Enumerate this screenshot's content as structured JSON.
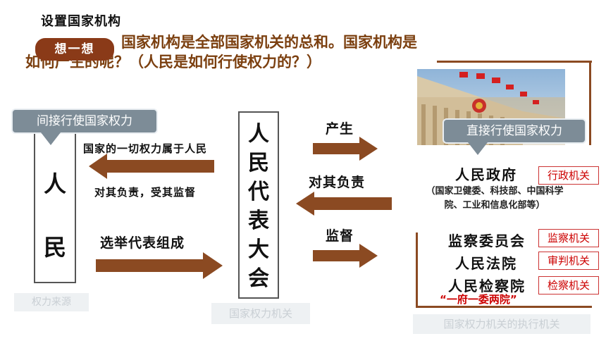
{
  "title": "设置国家机构",
  "think_badge": "想一想",
  "question": "国家机构是全部国家机关的总和。国家机构是如何产生的呢？（人民是如何行使权力的？）",
  "left": {
    "callout": "间接行使国家权力",
    "people_chars": [
      "人",
      "民"
    ],
    "source_label": "权力来源"
  },
  "left_arrows": {
    "top_text": "国家的一切权力属于人民",
    "mid_text": "对其负责，受其监督",
    "bottom_text": "选举代表组成"
  },
  "center": {
    "congress_chars": [
      "人",
      "民",
      "代",
      "表",
      "大",
      "会"
    ],
    "label": "国家权力机关"
  },
  "right_arrows": {
    "produce": "产生",
    "responsible": "对其负责",
    "supervise": "监督"
  },
  "right": {
    "callout": "直接行使国家权力",
    "orgs": [
      {
        "name": "人民政府",
        "sub": "（国家卫健委、科技部、中国科学院、工业和信息化部等）",
        "tag": "行政机关"
      },
      {
        "name": "监察委员会",
        "tag": "监察机关"
      },
      {
        "name": "人民法院",
        "tag": "审判机关"
      },
      {
        "name": "人民检察院",
        "tag": "检察机关"
      }
    ],
    "slogan": "“一府一委两院”",
    "label": "国家权力机关的执行机关"
  },
  "colors": {
    "accent_brown": "#8a3a18",
    "arrow_brown": "#8b4a22",
    "callout_gray": "#7d8c97",
    "tag_red": "#cc0000"
  }
}
